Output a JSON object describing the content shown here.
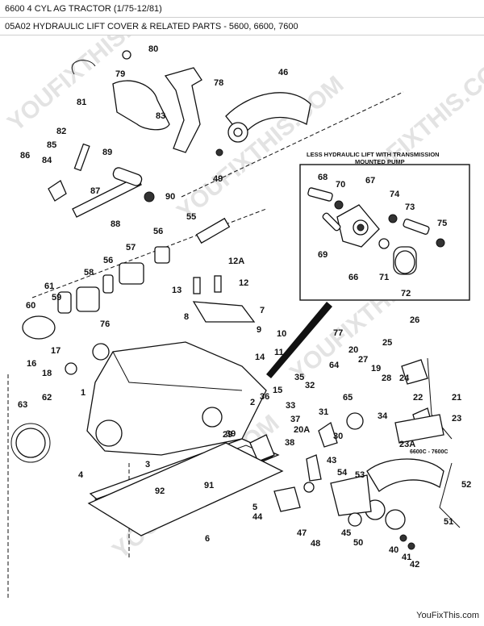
{
  "header": {
    "line1": "6600 4 CYL AG TRACTOR (1/75-12/81)",
    "line2": "05A02 HYDRAULIC LIFT COVER & RELATED PARTS - 5600, 6600, 7600"
  },
  "inset": {
    "title_line1": "LESS HYDRAULIC LIFT WITH TRANSMISSION",
    "title_line2": "MOUNTED PUMP"
  },
  "model_label": "6600C - 7600C",
  "callouts": [
    "80",
    "79",
    "78",
    "46",
    "81",
    "83",
    "82",
    "89",
    "85",
    "86",
    "84",
    "87",
    "49",
    "88",
    "90",
    "55",
    "56",
    "57",
    "58",
    "56",
    "12A",
    "61",
    "59",
    "60",
    "13",
    "12",
    "8",
    "7",
    "76",
    "9",
    "10",
    "11",
    "77",
    "17",
    "16",
    "18",
    "20",
    "64",
    "27",
    "19",
    "26",
    "25",
    "24",
    "28",
    "21",
    "22",
    "23",
    "23A",
    "1",
    "36",
    "15",
    "35",
    "65",
    "32",
    "33",
    "37",
    "31",
    "34",
    "38",
    "20A",
    "29",
    "30",
    "2",
    "3",
    "39",
    "43",
    "54",
    "53",
    "52",
    "51",
    "50",
    "48",
    "47",
    "45",
    "44",
    "5",
    "6",
    "4",
    "91",
    "92",
    "40",
    "41",
    "42",
    "62",
    "63",
    "68",
    "70",
    "67",
    "74",
    "73",
    "75",
    "69",
    "66",
    "71",
    "72",
    "14"
  ],
  "watermark": "YOUFIXTHIS.COM",
  "footer": "YouFixThis.com"
}
